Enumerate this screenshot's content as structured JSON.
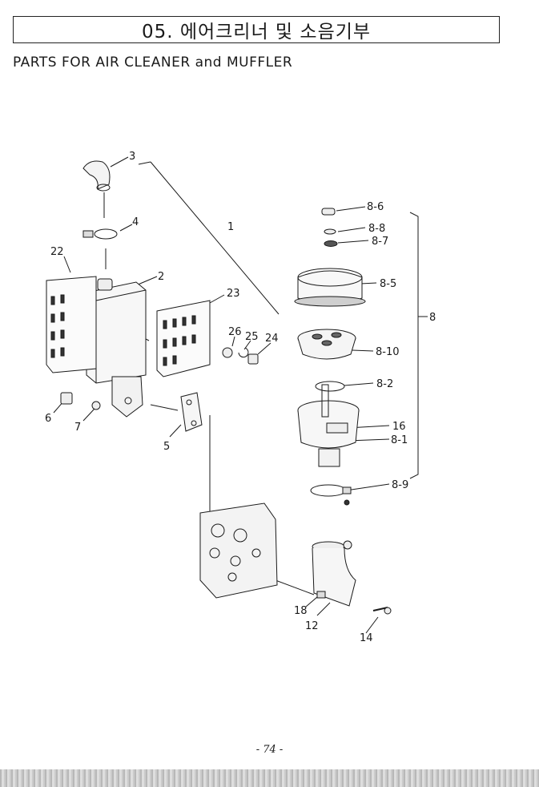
{
  "header": {
    "title": "05. 에어크리너 및 소음기부",
    "subtitle": "PARTS FOR AIR CLEANER and MUFFLER"
  },
  "callouts": {
    "c1": "1",
    "c2": "2",
    "c3": "3",
    "c4": "4",
    "c5": "5",
    "c6": "6",
    "c7": "7",
    "c8": "8",
    "c8_1": "8-1",
    "c8_2": "8-2",
    "c8_5": "8-5",
    "c8_6": "8-6",
    "c8_7": "8-7",
    "c8_8": "8-8",
    "c8_9": "8-9",
    "c8_10": "8-10",
    "c12": "12",
    "c14": "14",
    "c16": "16",
    "c18": "18",
    "c22": "22",
    "c23": "23",
    "c24": "24",
    "c25": "25",
    "c26": "26"
  },
  "footer": {
    "page_number": "- 74 -"
  }
}
